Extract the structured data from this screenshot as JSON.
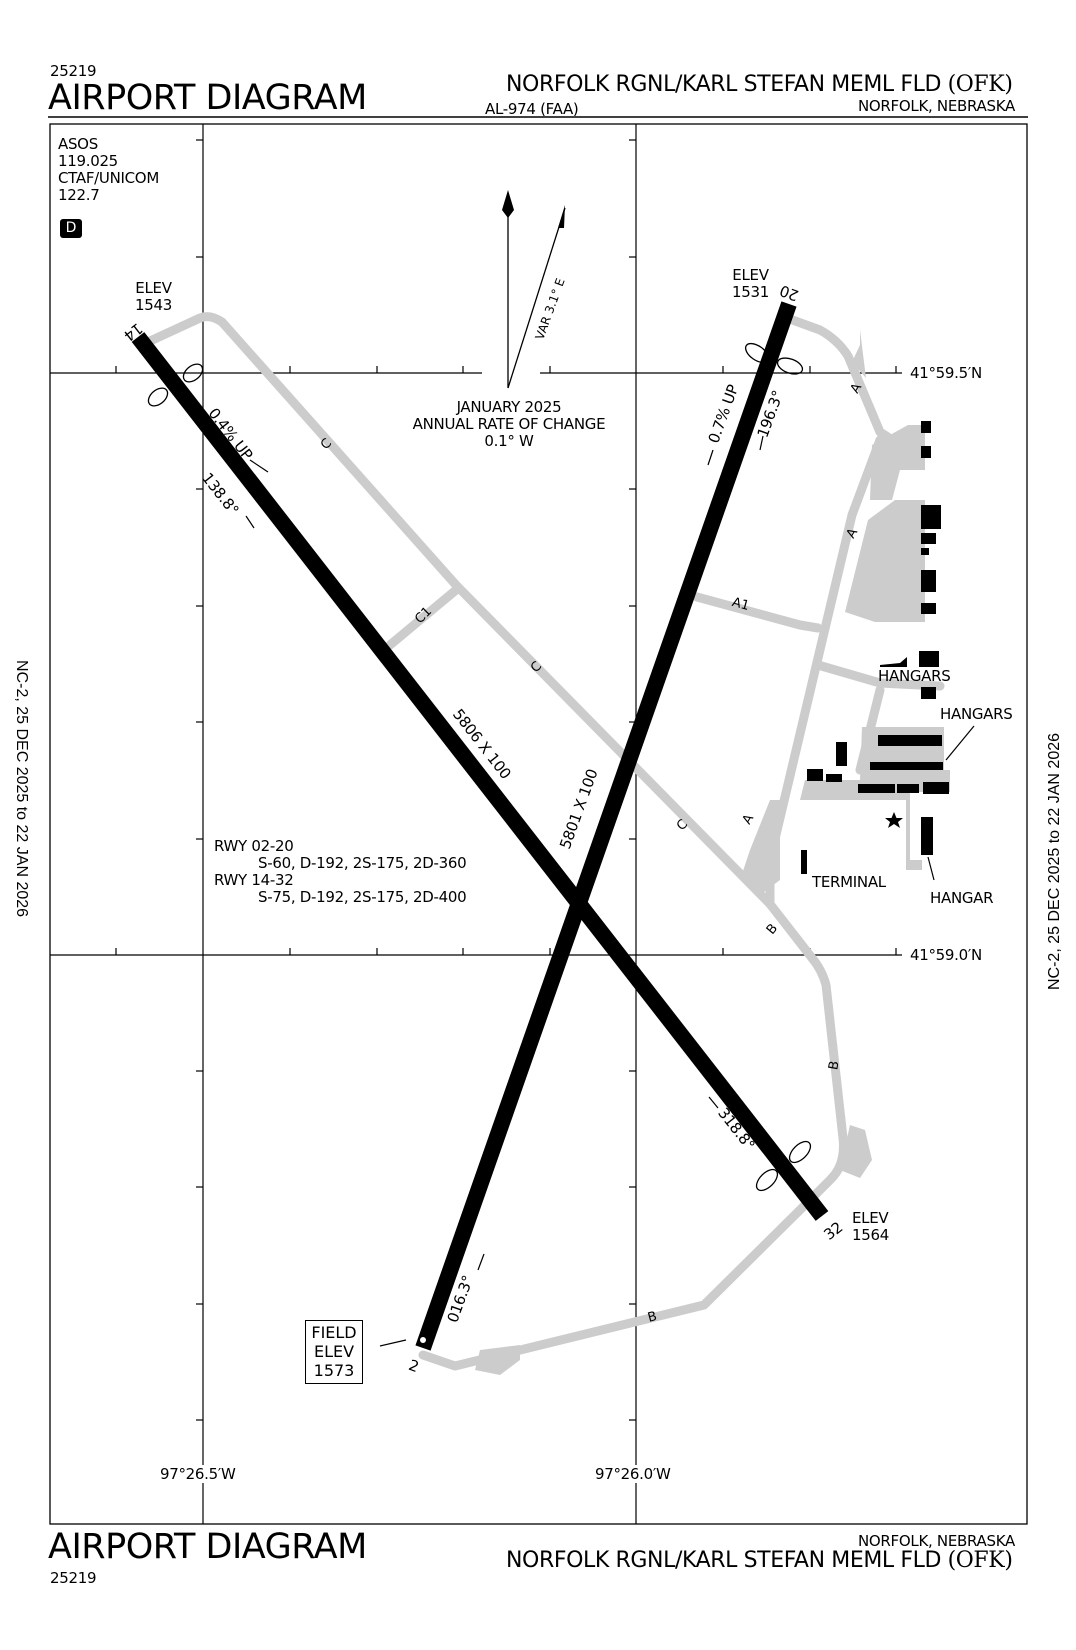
{
  "header": {
    "chart_number": "25219",
    "title": "AIRPORT DIAGRAM",
    "airport_name": "NORFOLK RGNL/KARL STEFAN MEML FLD",
    "airport_id": "(OFK)",
    "chart_ref": "AL-974 (FAA)",
    "location": "NORFOLK, NEBRASKA"
  },
  "footer": {
    "chart_number": "25219",
    "title": "AIRPORT DIAGRAM",
    "airport_name": "NORFOLK RGNL/KARL STEFAN MEML FLD",
    "airport_id": "(OFK)",
    "location": "NORFOLK, NEBRASKA"
  },
  "side_margin": {
    "left": "NC-2,  25 DEC 2025  to  22 JAN 2026",
    "right": "NC-2,  25 DEC 2025  to  22 JAN 2026"
  },
  "comms": {
    "lines": [
      "ASOS",
      "119.025",
      "CTAF/UNICOM",
      "122.7"
    ],
    "badge": "D"
  },
  "magnetic": {
    "variation": "VAR 3.1° E",
    "epoch": "JANUARY 2025",
    "rate_label": "ANNUAL RATE OF CHANGE",
    "rate_value": "0.1° W"
  },
  "coordinates": {
    "lat_top": "41°59.5′N",
    "lat_bottom": "41°59.0′N",
    "lon_left": "97°26.5′W",
    "lon_right": "97°26.0′W"
  },
  "runways": [
    {
      "id": "14-32",
      "dimensions": "5806 X 100",
      "ends": [
        {
          "number": "14",
          "elev_label": "ELEV",
          "elev": "1543",
          "heading": "138.8°",
          "gradient": "0.4% UP"
        },
        {
          "number": "32",
          "elev_label": "ELEV",
          "elev": "1564",
          "heading": "318.8°"
        }
      ]
    },
    {
      "id": "02-20",
      "dimensions": "5801 X 100",
      "ends": [
        {
          "number": "2",
          "heading": "016.3°"
        },
        {
          "number": "20",
          "elev_label": "ELEV",
          "elev": "1531",
          "heading": "196.3°",
          "gradient": "0.7% UP"
        }
      ]
    }
  ],
  "runway_strength": [
    {
      "runway": "RWY 02-20",
      "values": "S-60, D-192, 2S-175, 2D-360"
    },
    {
      "runway": "RWY 14-32",
      "values": "S-75, D-192, 2S-175, 2D-400"
    }
  ],
  "field_elev": {
    "lines": [
      "FIELD",
      "ELEV",
      "1573"
    ]
  },
  "taxiways": [
    "A",
    "A",
    "A",
    "A1",
    "B",
    "B",
    "B",
    "C",
    "C",
    "C",
    "C1"
  ],
  "facilities": {
    "hangars_1": "HANGARS",
    "hangars_2": "HANGARS",
    "hangar": "HANGAR",
    "terminal": "TERMINAL"
  },
  "colors": {
    "runway": "#000000",
    "taxiway": "#cccccc",
    "building": "#000000",
    "grid": "#000000"
  }
}
